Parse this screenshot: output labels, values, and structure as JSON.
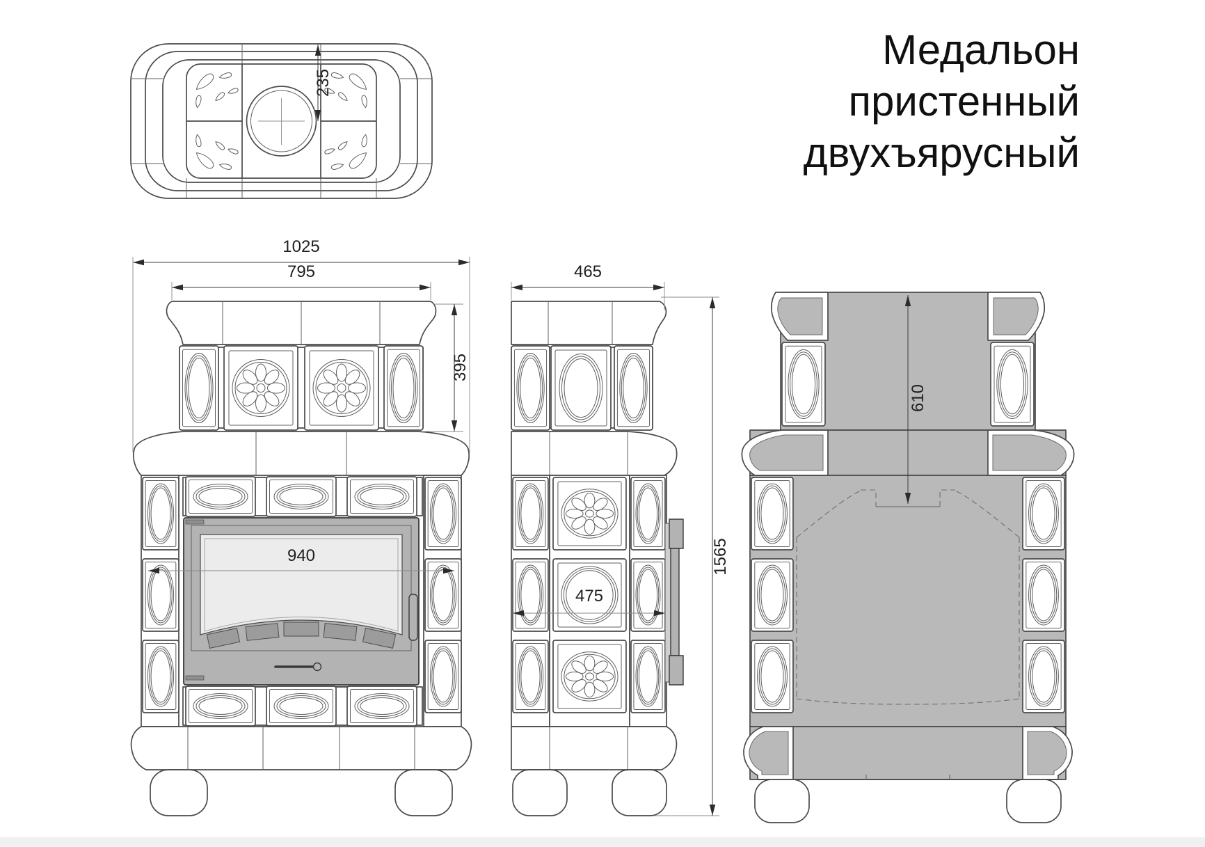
{
  "title": {
    "line1": "Медальон",
    "line2": "пристенный",
    "line3": "двухъярусный"
  },
  "dims": {
    "plan_flue_offset": "235",
    "front_overall_width": "1025",
    "front_upper_width": "795",
    "upper_tier_height": "395",
    "firebox_width": "940",
    "side_depth": "465",
    "side_mid_depth": "475",
    "overall_height": "1565",
    "rear_flue_drop": "610"
  },
  "colors": {
    "line": "#4a4a4a",
    "plaster_gray": "#b9b9b9",
    "door_gray": "#b3b3b3",
    "glass_gray": "#ececec",
    "vent_gray": "#9c9c9c"
  }
}
